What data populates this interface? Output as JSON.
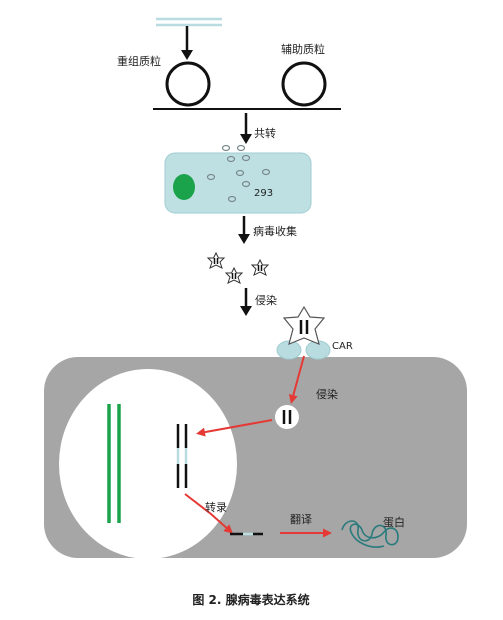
{
  "labels": {
    "recombinant_plasmid": "重组质粒",
    "helper_plasmid": "辅助质粒",
    "cotransfection": "共转",
    "cell_line": "293",
    "virus_collection": "病毒收集",
    "infection_1": "侵染",
    "receptor": "CAR",
    "infection_2": "侵染",
    "transcription": "转录",
    "translation": "翻译",
    "protein": "蛋白"
  },
  "caption": "图 2. 腺病毒表达系统",
  "colors": {
    "host_cell": "#a6a6a6",
    "nucleus": "#ffffff",
    "producer_cell": "#bfe0e3",
    "green_nucleus": "#1aa34a",
    "host_dna": "#1aa34a",
    "red_arrow": "#e53935",
    "receptor": "#b8dce0",
    "protein_coil": "#2a7b7d"
  },
  "icons": {
    "virion": "star-virion-icon",
    "arrow": "down-arrow-icon"
  }
}
